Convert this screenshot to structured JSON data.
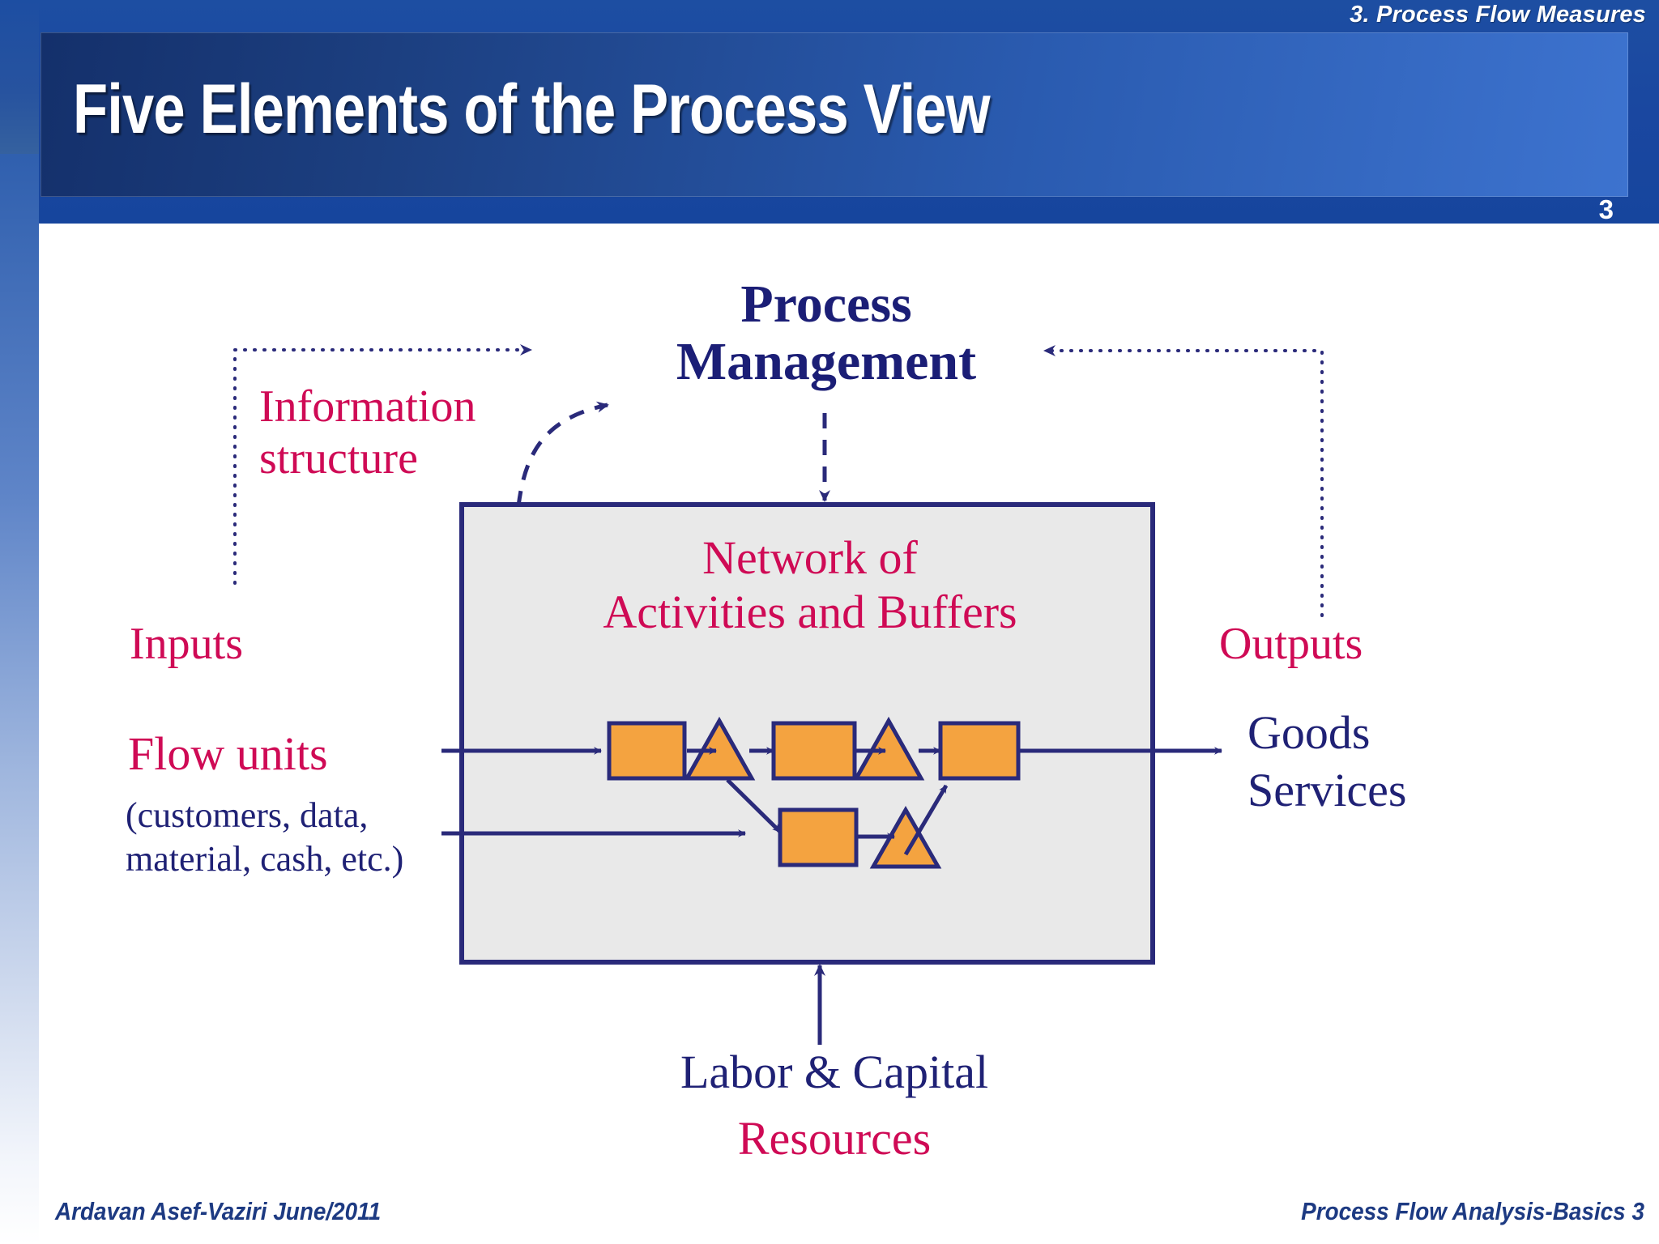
{
  "header": {
    "kicker": "3. Process Flow Measures",
    "title": "Five Elements of the Process View",
    "page_number": "3",
    "colors": {
      "band": "#1a47a0",
      "banner_dark": "#14306b",
      "banner_light": "#3d73cf"
    }
  },
  "diagram": {
    "process_management": "Process\nManagement",
    "process_management_line1": "Process",
    "process_management_line2": "Management",
    "information_structure_line1": "Information",
    "information_structure_line2": "structure",
    "inputs": "Inputs",
    "flow_units": "Flow units",
    "flow_units_detail_line1": "(customers, data,",
    "flow_units_detail_line2": "material, cash, etc.)",
    "network_line1": "Network of",
    "network_line2": "Activities and Buffers",
    "outputs": "Outputs",
    "goods": "Goods",
    "services": "Services",
    "labor_capital": "Labor & Capital",
    "resources": "Resources",
    "colors": {
      "crimson": "#cf0a55",
      "navy": "#1f2175",
      "box_fill": "#e9e9e9",
      "box_border": "#2a2a7a",
      "shape_fill": "#f4a340",
      "shape_border": "#2a2a7a"
    },
    "shapes": {
      "top_row": [
        "rectangle",
        "triangle",
        "rectangle",
        "triangle",
        "rectangle"
      ],
      "bottom_row": [
        "rectangle",
        "triangle"
      ]
    }
  },
  "footer": {
    "left": "Ardavan Asef-Vaziri  June/2011",
    "right": "Process Flow Analysis-Basics 3"
  }
}
